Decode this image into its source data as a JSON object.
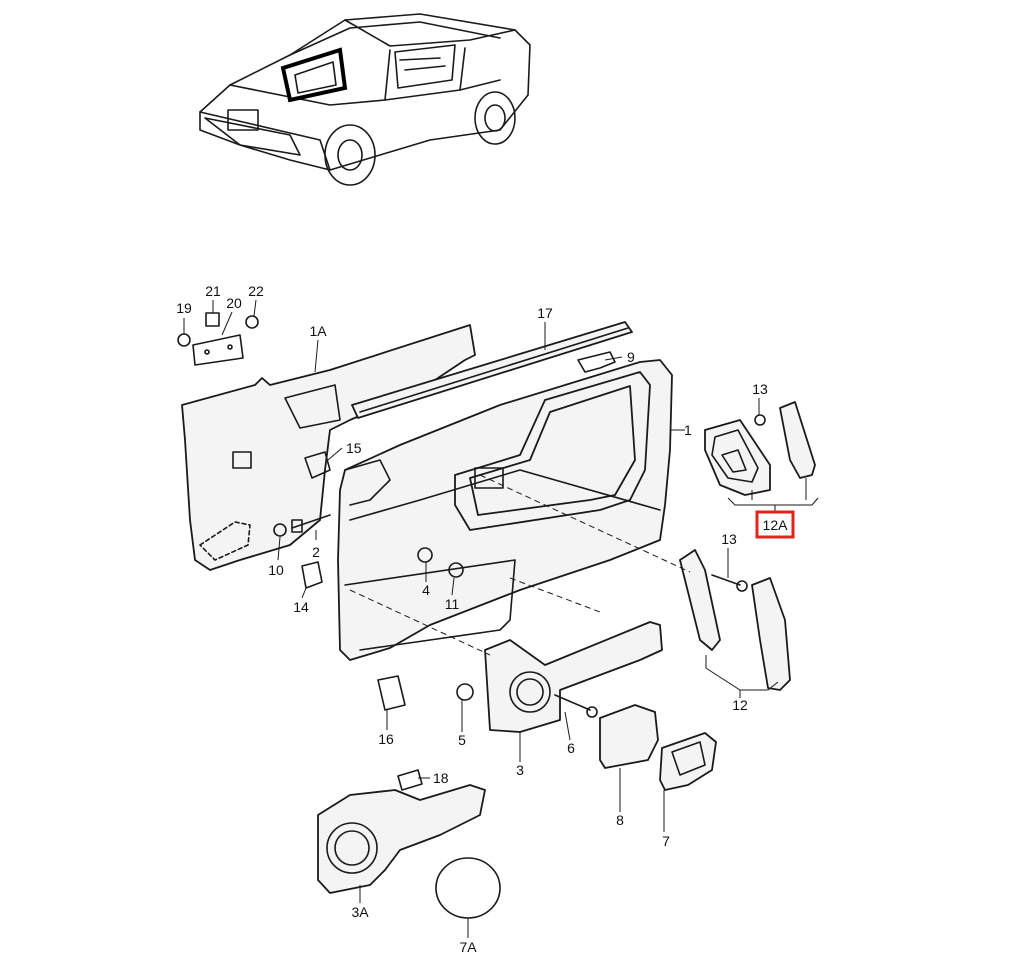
{
  "callouts": {
    "c1": "1",
    "c1A": "1A",
    "c2": "2",
    "c3": "3",
    "c3A": "3A",
    "c4": "4",
    "c5": "5",
    "c6": "6",
    "c7": "7",
    "c7A": "7A",
    "c8": "8",
    "c9": "9",
    "c10": "10",
    "c11": "11",
    "c12": "12",
    "c12A": "12A",
    "c13a": "13",
    "c13b": "13",
    "c14": "14",
    "c15": "15",
    "c16": "16",
    "c17": "17",
    "c18": "18",
    "c19": "19",
    "c20": "20",
    "c21": "21",
    "c22": "22"
  },
  "colors": {
    "highlight": "#e4231b",
    "line": "#1a1a1a",
    "fill": "#f4f4f4"
  }
}
